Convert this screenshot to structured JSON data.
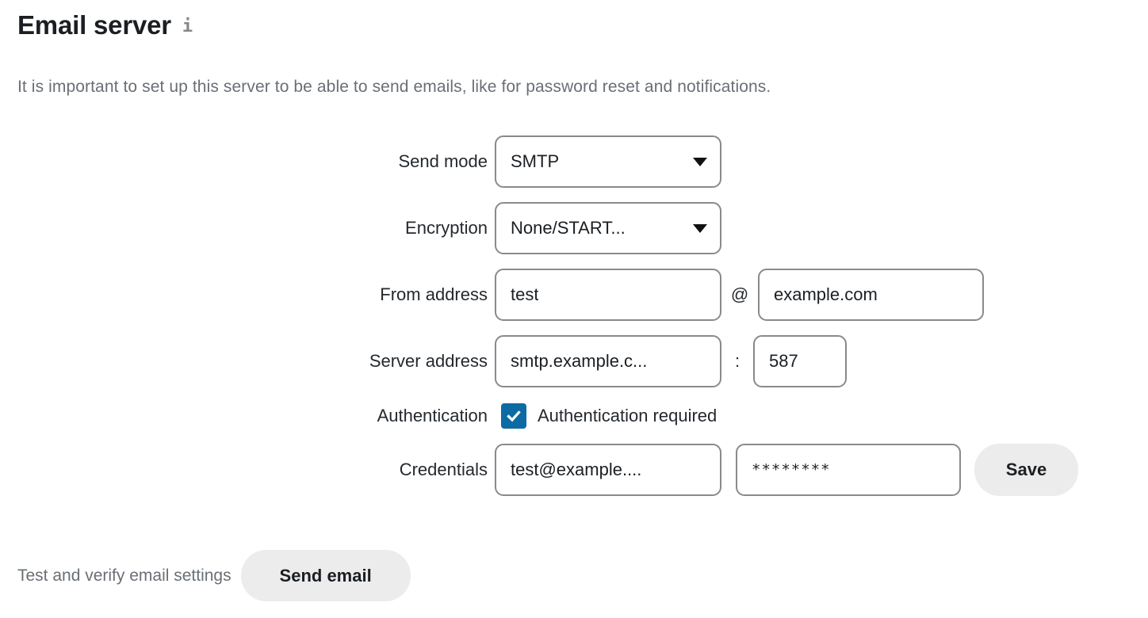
{
  "header": {
    "title": "Email server",
    "info_icon": "info-icon",
    "description": "It is important to set up this server to be able to send emails, like for password reset and notifications."
  },
  "form": {
    "send_mode": {
      "label": "Send mode",
      "value": "SMTP"
    },
    "encryption": {
      "label": "Encryption",
      "value": "None/START..."
    },
    "from_address": {
      "label": "From address",
      "local_part": "test",
      "separator": "@",
      "domain": "example.com"
    },
    "server_address": {
      "label": "Server address",
      "host": "smtp.example.c...",
      "separator": ":",
      "port": "587"
    },
    "authentication": {
      "label": "Authentication",
      "checkbox_label": "Authentication required",
      "checked": true
    },
    "credentials": {
      "label": "Credentials",
      "username": "test@example....",
      "password": "********",
      "save_label": "Save"
    }
  },
  "footer": {
    "test_label": "Test and verify email settings",
    "send_email_label": "Send email"
  },
  "colors": {
    "accent": "#0d6ba4",
    "text": "#24292e",
    "muted": "#6a6f75",
    "border": "#8a8a8a",
    "button_bg": "#ececec",
    "background": "#ffffff"
  }
}
